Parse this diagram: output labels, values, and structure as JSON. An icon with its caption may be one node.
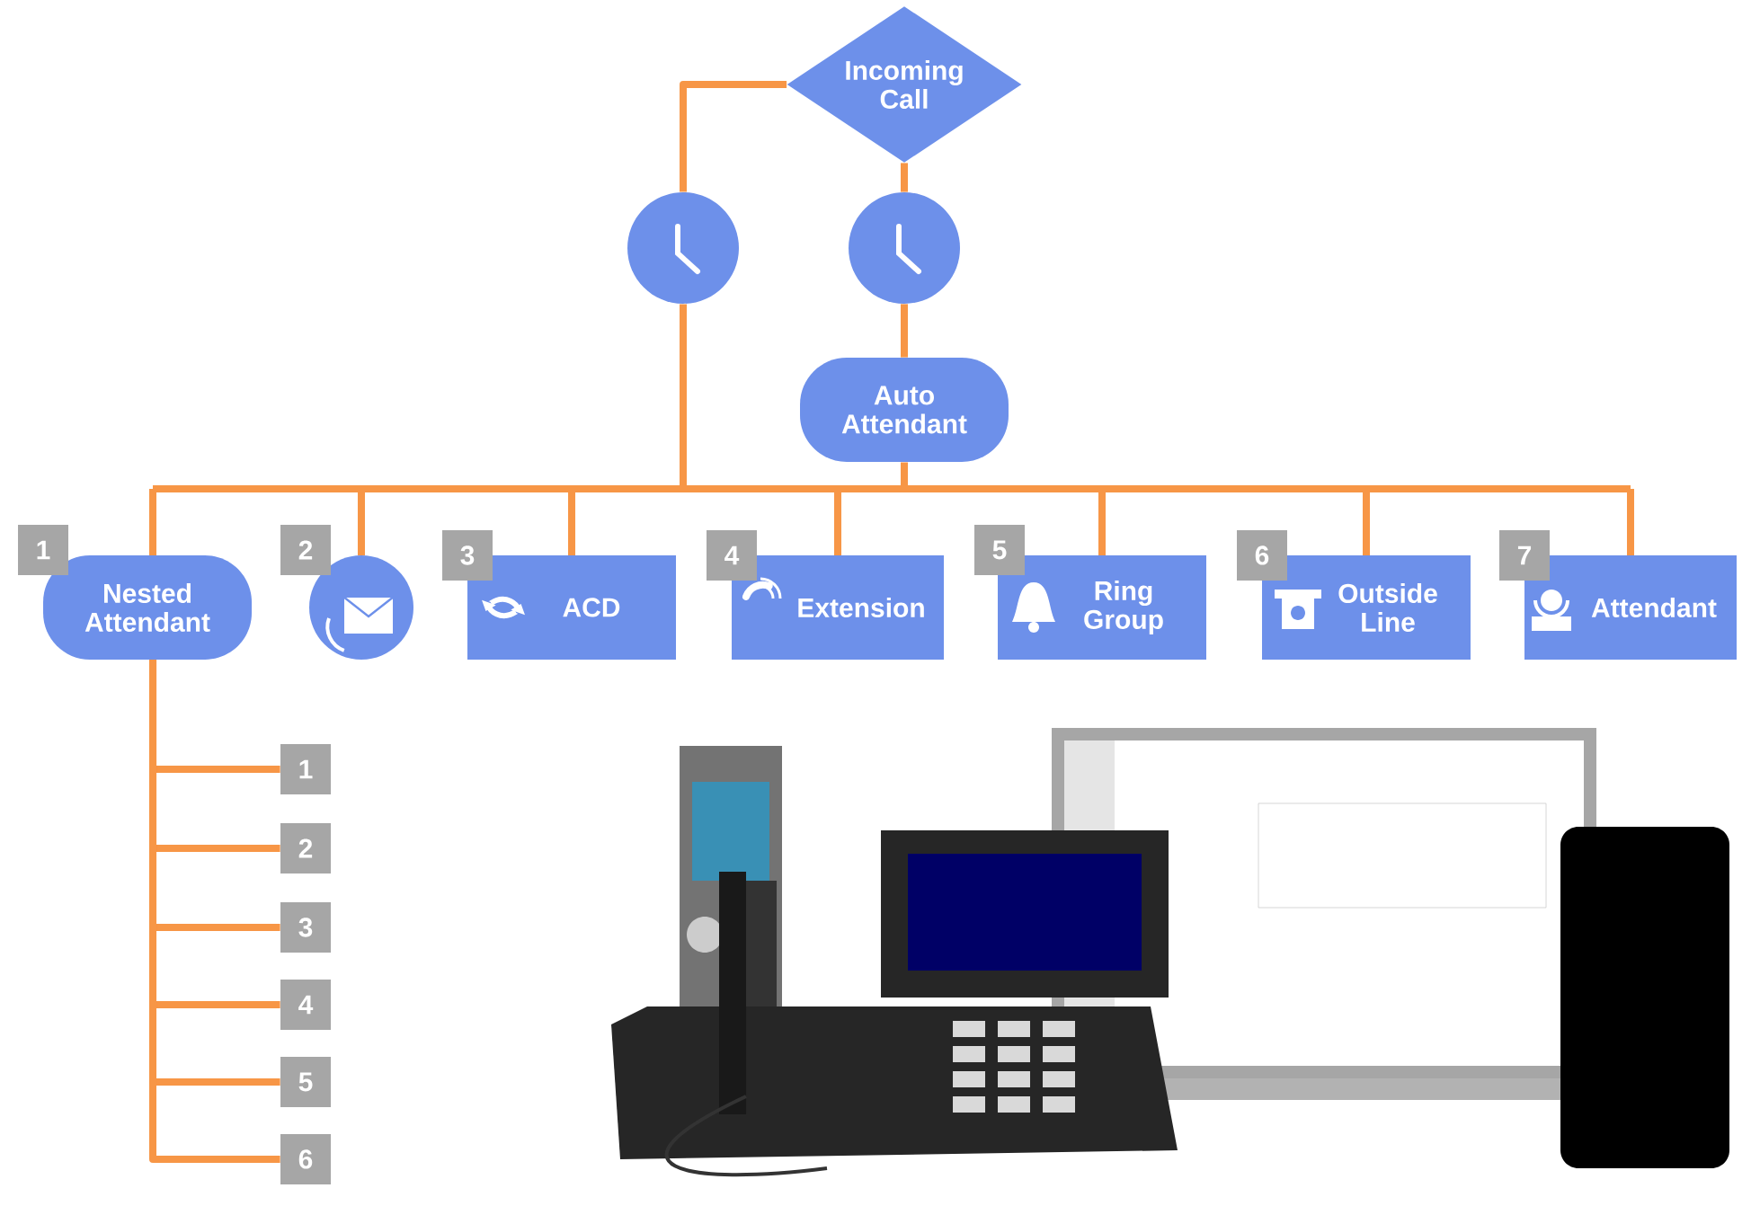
{
  "diagram": {
    "nodes": [
      {
        "text": [
          "Incoming Call"
        ]
      },
      {
        "text": [],
        "shape": "circle"
      },
      {
        "text": [],
        "shape": "circle"
      },
      {
        "text": [
          "Auto Attendant"
        ]
      },
      {
        "text": [
          "Nested Attendant"
        ]
      },
      {
        "text": [],
        "shape": "circle"
      },
      {
        "text": [
          "ACD"
        ]
      },
      {
        "text": [
          "Extension"
        ]
      },
      {
        "text": [
          "Ring Group"
        ]
      },
      {
        "text": [
          "Outside Line"
        ]
      },
      {
        "text": [
          "Attendant"
        ]
      },
      {
        "text": [
          "1"
        ]
      },
      {
        "text": [
          "2"
        ]
      },
      {
        "text": [
          "3"
        ]
      },
      {
        "text": [
          "4"
        ]
      },
      {
        "text": [
          "5"
        ]
      },
      {
        "text": [
          "6"
        ]
      },
      {
        "text": [
          "1"
        ]
      },
      {
        "text": [
          "2"
        ]
      },
      {
        "text": [
          "3"
        ]
      },
      {
        "text": [
          "4"
        ]
      },
      {
        "text": [
          "5"
        ]
      },
      {
        "text": [
          "6"
        ]
      },
      {
        "text": [
          "7"
        ]
      }
    ],
    "edges": [
      {
        "from": 0,
        "to": 1,
        "arrow": "none"
      },
      {
        "from": 0,
        "to": 2,
        "arrow": "none"
      },
      {
        "from": 2,
        "to": 3,
        "arrow": "none"
      },
      {
        "from": 1,
        "to": 4,
        "arrow": "none"
      },
      {
        "from": 1,
        "to": 5,
        "arrow": "none"
      },
      {
        "from": 1,
        "to": 6,
        "arrow": "none"
      },
      {
        "from": 1,
        "to": 7,
        "arrow": "none"
      },
      {
        "from": 1,
        "to": 8,
        "arrow": "none"
      },
      {
        "from": 1,
        "to": 9,
        "arrow": "none"
      },
      {
        "from": 1,
        "to": 10,
        "arrow": "none"
      },
      {
        "from": 3,
        "to": 4,
        "arrow": "none"
      },
      {
        "from": 3,
        "to": 5,
        "arrow": "none"
      },
      {
        "from": 3,
        "to": 6,
        "arrow": "none"
      },
      {
        "from": 3,
        "to": 7,
        "arrow": "none"
      },
      {
        "from": 3,
        "to": 8,
        "arrow": "none"
      },
      {
        "from": 3,
        "to": 9,
        "arrow": "none"
      },
      {
        "from": 3,
        "to": 10,
        "arrow": "none"
      },
      {
        "from": 4,
        "to": 11,
        "arrow": "none"
      },
      {
        "from": 4,
        "to": 12,
        "arrow": "none"
      },
      {
        "from": 4,
        "to": 13,
        "arrow": "none"
      },
      {
        "from": 4,
        "to": 14,
        "arrow": "none"
      },
      {
        "from": 4,
        "to": 15,
        "arrow": "none"
      },
      {
        "from": 4,
        "to": 16,
        "arrow": "none"
      }
    ]
  }
}
